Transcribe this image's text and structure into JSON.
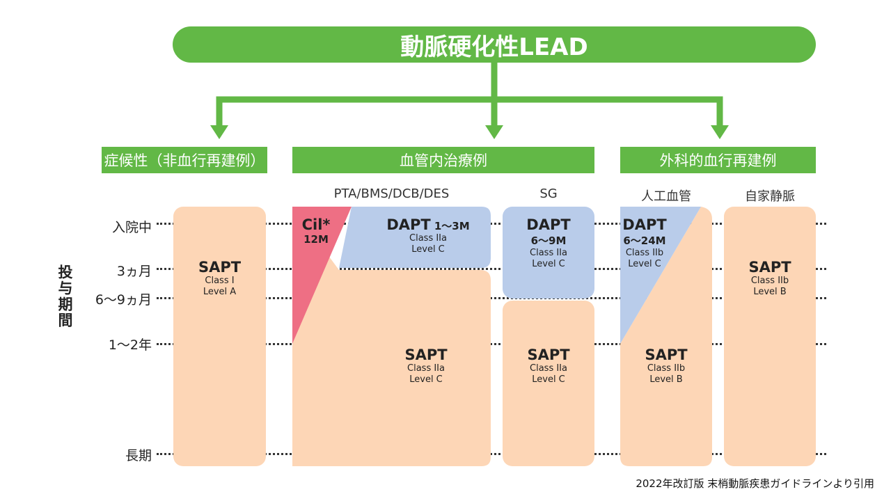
{
  "title": "動脈硬化性LEAD",
  "categories": {
    "symptomatic": "症候性（非血行再建例）",
    "endovascular": "血管内治療例",
    "surgical": "外科的血行再建例"
  },
  "subheaders": {
    "pta": "PTA/BMS/DCB/DES",
    "sg": "SG",
    "graft": "人工血管",
    "vein": "自家静脈"
  },
  "axis_label": "投与期間",
  "rows": [
    "入院中",
    "3ヵ月",
    "6〜9ヵ月",
    "1〜2年",
    "長期"
  ],
  "boxes": {
    "col1": {
      "drug": "SAPT",
      "class": "Class I",
      "level": "Level A"
    },
    "pta_cil": {
      "drug": "Cil*",
      "duration": "12M"
    },
    "pta_dapt": {
      "drug": "DAPT",
      "duration": "1〜3M",
      "class": "Class IIa",
      "level": "Level C"
    },
    "pta_sapt": {
      "drug": "SAPT",
      "class": "Class IIa",
      "level": "Level C"
    },
    "sg_dapt": {
      "drug": "DAPT",
      "duration": "6〜9M",
      "class": "Class IIa",
      "level": "Level C"
    },
    "sg_sapt": {
      "drug": "SAPT",
      "class": "Class IIa",
      "level": "Level C"
    },
    "graft_dapt": {
      "drug": "DAPT",
      "duration": "6〜24M",
      "class": "Class IIb",
      "level": "Level C"
    },
    "graft_sapt": {
      "drug": "SAPT",
      "class": "Class IIb",
      "level": "Level B"
    },
    "vein_sapt": {
      "drug": "SAPT",
      "class": "Class IIb",
      "level": "Level B"
    }
  },
  "colors": {
    "green": "#62b846",
    "sapt": "#fdd6b6",
    "dapt": "#b9ccea",
    "cil": "#ee6f84"
  },
  "footer": "2022年改訂版 末梢動脈疾患ガイドラインより引用"
}
